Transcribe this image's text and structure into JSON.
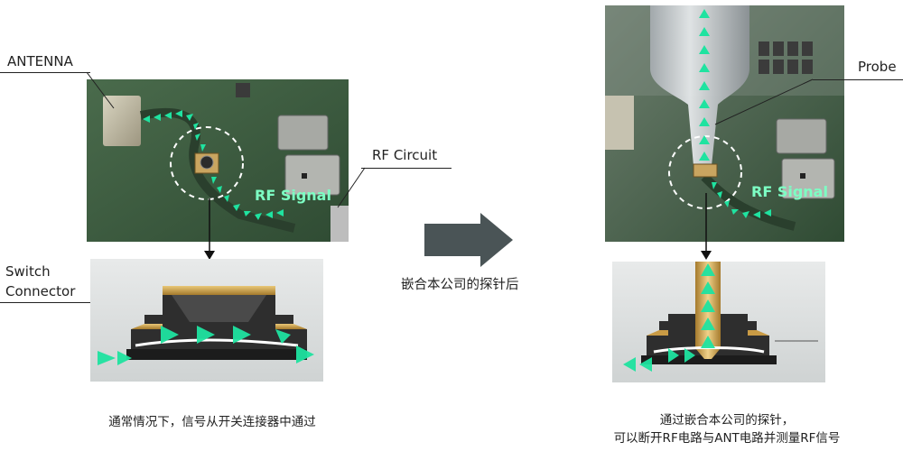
{
  "labels": {
    "antenna": "ANTENNA",
    "rf_circuit": "RF Circuit",
    "switch_connector_line1": "Switch",
    "switch_connector_line2": "Connector",
    "probe": "Probe",
    "rf_signal": "RF Signal"
  },
  "middle_text": "嵌合本公司的探针后",
  "captions": {
    "left": "通常情况下，信号从开关连接器中通过",
    "right_line1": "通过嵌合本公司的探针，",
    "right_line2": "可以断开RF电路与ANT电路并测量RF信号"
  },
  "colors": {
    "pcb": "#3b5a3e",
    "signal": "#1fe3a0",
    "arrow": "#4a5456"
  }
}
